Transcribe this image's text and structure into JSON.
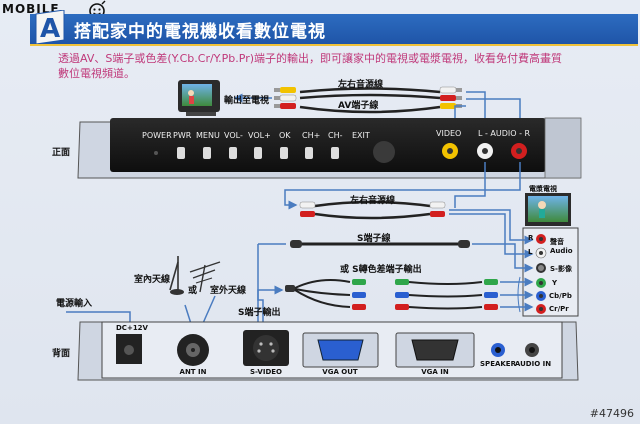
{
  "brand": {
    "name": "MOBILE",
    "icon": "smiley-logo-icon"
  },
  "banner": {
    "badge_letter": "A",
    "title": "搭配家中的電視機收看數位電視",
    "color": "#1f55a8",
    "accent": "#f0c23a"
  },
  "intro": {
    "line1": "透過AV、S端子或色差(Y.Cb.Cr/Y.Pb.Pr)端子的輸出，即可讓家中的電視或電漿電視，收看免付費高畫質",
    "line2": "數位電視頻道。",
    "color": "#c0397a"
  },
  "top_section": {
    "tv_out_label": "輸出至電視",
    "audio_cable_label": "左右音源線",
    "av_cable_label": "AV端子線"
  },
  "front_panel": {
    "side_label": "正面",
    "buttons": [
      "POWER",
      "PWR",
      "MENU",
      "VOL-",
      "VOL+",
      "OK",
      "CH+",
      "CH-",
      "EXIT"
    ],
    "video_label": "VIDEO",
    "audio_label": "L - AUDIO - R"
  },
  "middle_section": {
    "tv_label": "電漿電視",
    "audio_cable_label": "左右音源線",
    "s_cable_label": "S端子線",
    "component_label": "或 S轉色差端子輸出",
    "tv_ports": [
      {
        "id": "R",
        "label": "R"
      },
      {
        "id": "L",
        "label": "L"
      },
      {
        "id": "audio",
        "label": "聲音 Audio"
      },
      {
        "id": "svideo",
        "label": "S-影像"
      },
      {
        "id": "Y",
        "label": "Y"
      },
      {
        "id": "Cb",
        "label": "Cb/Pb"
      },
      {
        "id": "Cr",
        "label": "Cr/Pr"
      }
    ]
  },
  "rear_section": {
    "power_input_label": "電源輸入",
    "indoor_antenna_label": "室內天線",
    "or_label": "或",
    "outdoor_antenna_label": "室外天線",
    "s_output_label": "S端子輸出",
    "side_label": "背面",
    "ports": {
      "dc": "DC+12V",
      "ant": "ANT IN",
      "svideo": "S-VIDEO",
      "vga_out": "VGA OUT",
      "vga_in": "VGA IN",
      "speaker": "SPEAKER",
      "audio_in": "AUDIO IN"
    }
  },
  "watermark": "#47496",
  "colors": {
    "device": "#1b1b1b",
    "rca_yellow": "#f2c200",
    "rca_white": "#f2f2f2",
    "rca_red": "#d21f1f",
    "arrow": "#4a7cc0",
    "comp_green": "#2fa64a",
    "comp_blue": "#2a5fd0"
  }
}
